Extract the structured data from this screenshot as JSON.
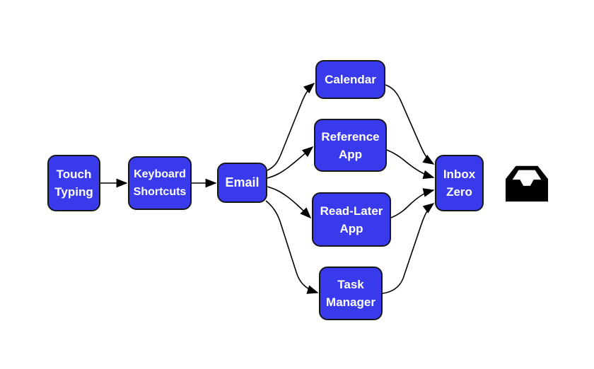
{
  "diagram": {
    "background": "#ffffff",
    "node_fill": "#3a3aed",
    "node_border": "#16161f",
    "edge_color": "#000000",
    "text_color": "#ffffff",
    "nodes": [
      {
        "id": "touch-typing",
        "label": "Touch Typing"
      },
      {
        "id": "keyboard-shortcuts",
        "label": "Keyboard Shortcuts"
      },
      {
        "id": "email",
        "label": "Email"
      },
      {
        "id": "calendar",
        "label": "Calendar"
      },
      {
        "id": "reference-app",
        "label": "Reference App"
      },
      {
        "id": "read-later-app",
        "label": "Read-Later App"
      },
      {
        "id": "task-manager",
        "label": "Task Manager"
      },
      {
        "id": "inbox-zero",
        "label": "Inbox Zero"
      }
    ],
    "icons": [
      {
        "id": "inbox-tray",
        "name": "inbox-icon"
      }
    ],
    "edges": [
      {
        "from": "Touch Typing",
        "to": "Keyboard Shortcuts"
      },
      {
        "from": "Keyboard Shortcuts",
        "to": "Email"
      },
      {
        "from": "Email",
        "to": "Calendar"
      },
      {
        "from": "Email",
        "to": "Reference App"
      },
      {
        "from": "Email",
        "to": "Read-Later App"
      },
      {
        "from": "Email",
        "to": "Task Manager"
      },
      {
        "from": "Calendar",
        "to": "Inbox Zero"
      },
      {
        "from": "Reference App",
        "to": "Inbox Zero"
      },
      {
        "from": "Read-Later App",
        "to": "Inbox Zero"
      },
      {
        "from": "Task Manager",
        "to": "Inbox Zero"
      }
    ]
  }
}
